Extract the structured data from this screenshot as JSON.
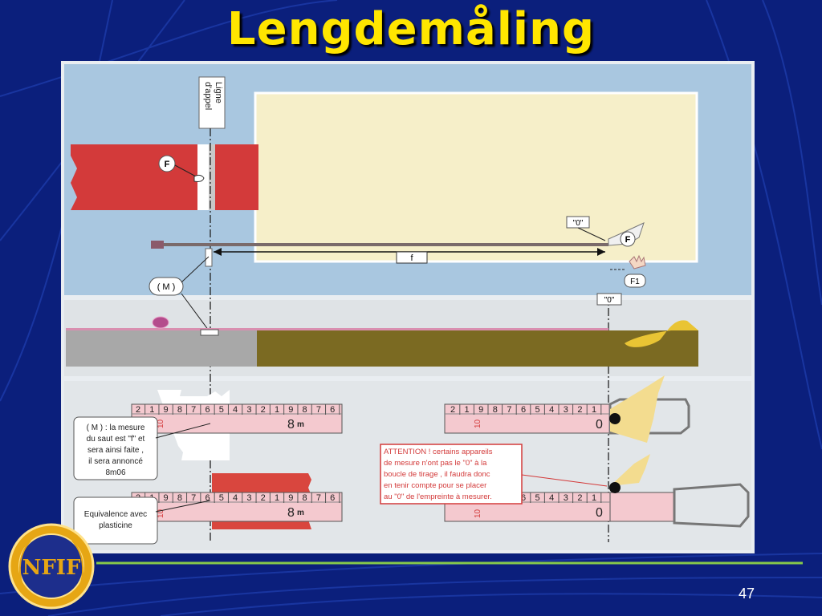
{
  "slide": {
    "title": "Lengdemåling",
    "page_number": "47"
  },
  "diagram": {
    "takeoff_line_label_1": "Ligne",
    "takeoff_line_label_2": "d'appel",
    "foot_label": "F",
    "foot_label_pit": "F",
    "f1_label": "F1",
    "zero_top": "\"0\"",
    "zero_side": "\"0\"",
    "f_label": "f",
    "m_label": "( M )",
    "note_m": [
      "( M ) : la mesure",
      "du saut est \"f\" et",
      "sera ainsi faite ,",
      "il sera annoncé",
      "8m06"
    ],
    "note_plasticine": [
      "Equivalence avec",
      "plasticine"
    ],
    "attention": [
      "ATTENTION ! certains appareils",
      "de mesure n'ont pas le \"0\" à la",
      "boucle de tirage  , il faudra donc",
      "en tenir compte pour se placer",
      "au \"0\" de l'empreinte à mesurer."
    ],
    "tape_left_digits": [
      "2",
      "1",
      "9",
      "8",
      "7",
      "6",
      "5",
      "4",
      "3",
      "2",
      "1",
      "9",
      "8",
      "7",
      "6"
    ],
    "tape_left_ten": "10",
    "tape_left_eight": "8",
    "tape_left_m": "m",
    "tape_right_top_digits": [
      "2",
      "1",
      "9",
      "8",
      "7",
      "6",
      "5",
      "4",
      "3",
      "2",
      "1"
    ],
    "tape_right_bottom_digits": [
      "6",
      "5",
      "4",
      "3",
      "2",
      "1"
    ],
    "tape_right_ten": "10",
    "tape_right_zero": "0"
  },
  "logo": {
    "text": "NFIF"
  },
  "colors": {
    "title": "#ffe600",
    "background": "#0b1f7c",
    "runway": "#d33a3a",
    "sand": "#f6efc9",
    "pit_earth": "#7b6a22",
    "note_border": "#d33a3a"
  }
}
